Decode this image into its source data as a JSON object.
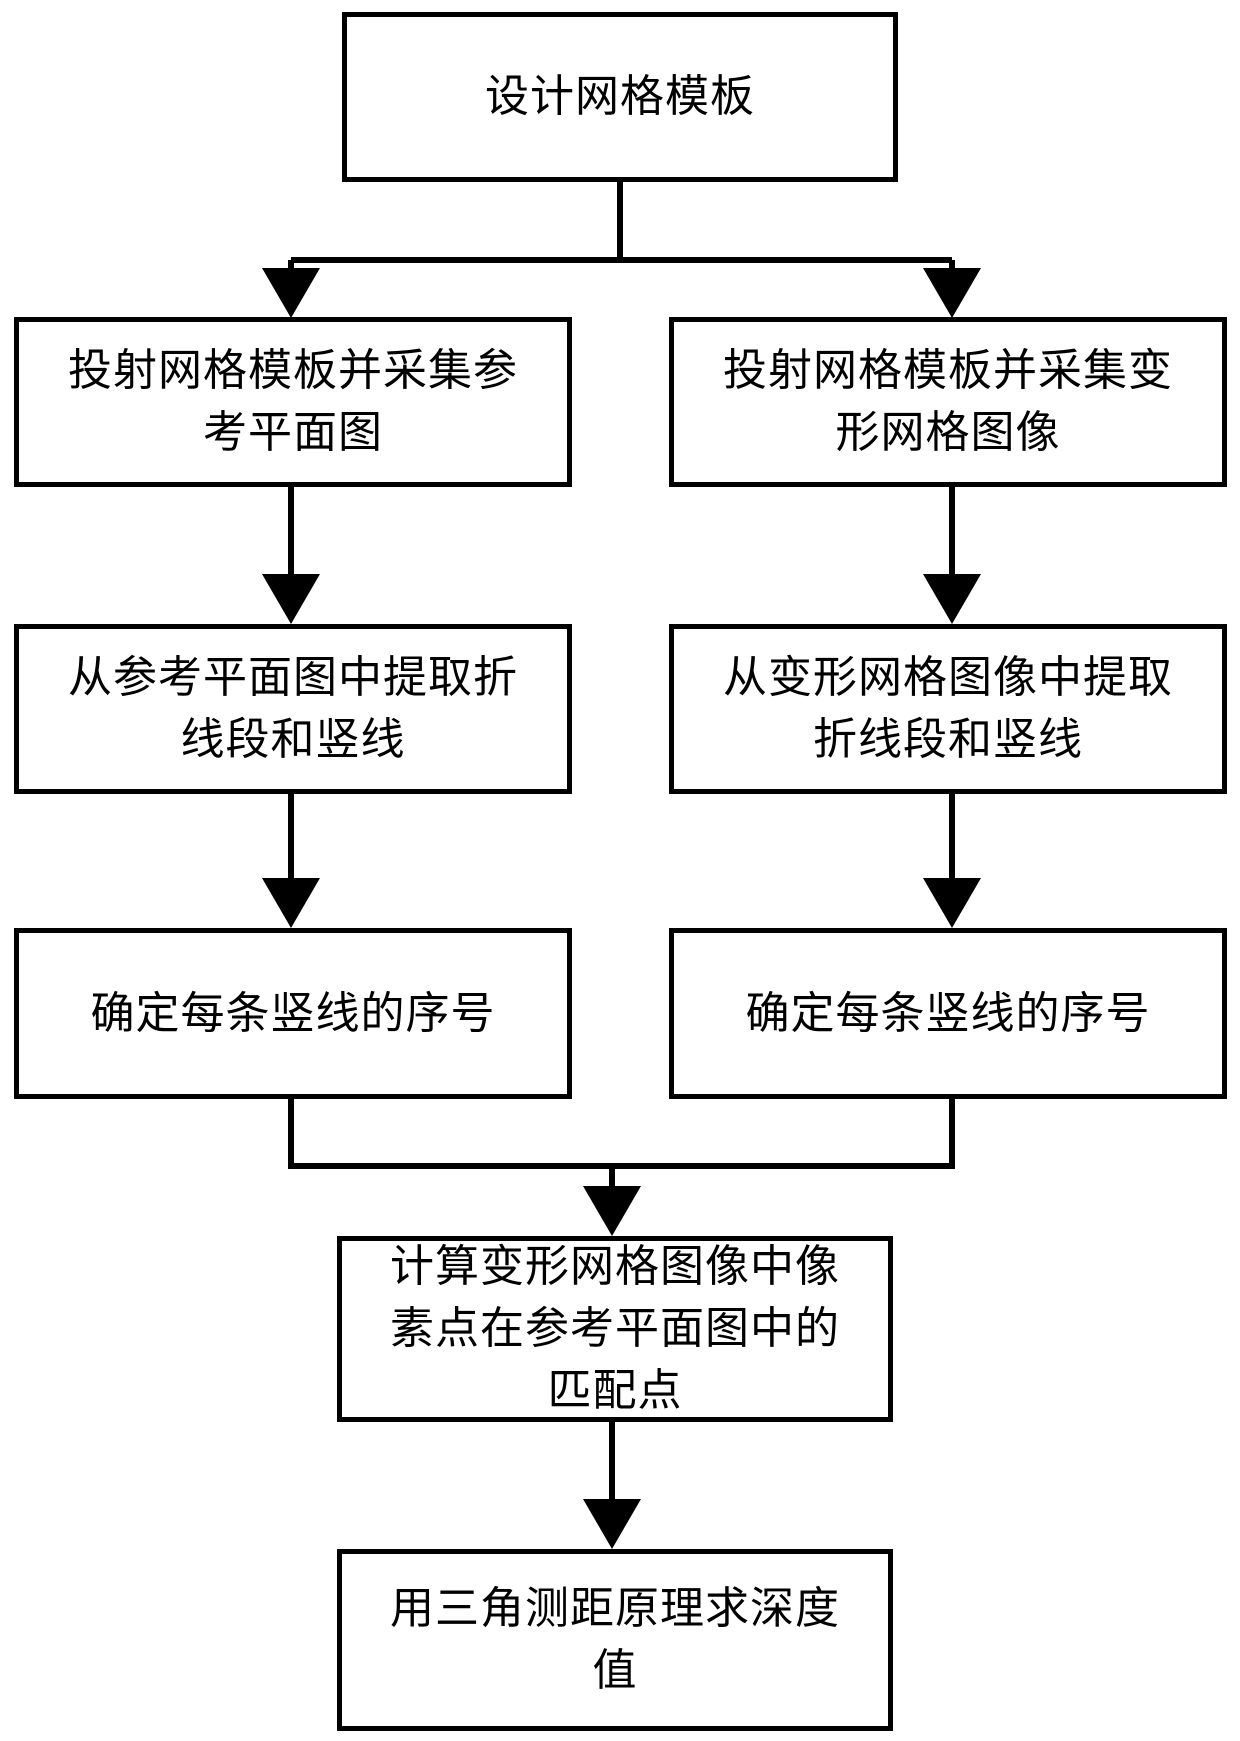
{
  "flowchart": {
    "steps": {
      "design_template": "设计网格模板",
      "project_reference": "投射网格模板并采集参考平面图",
      "project_deformed": "投射网格模板并采集变形网格图像",
      "extract_reference": "从参考平面图中提取折线段和竖线",
      "extract_deformed": "从变形网格图像中提取折线段和竖线",
      "number_reference": "确定每条竖线的序号",
      "number_deformed": "确定每条竖线的序号",
      "compute_matches": "计算变形网格图像中像素点在参考平面图中的匹配点",
      "depth_values": "用三角测距原理求深度值"
    },
    "colors": {
      "line": "#000000",
      "box_fill": "#ffffff",
      "text": "#000000"
    }
  }
}
